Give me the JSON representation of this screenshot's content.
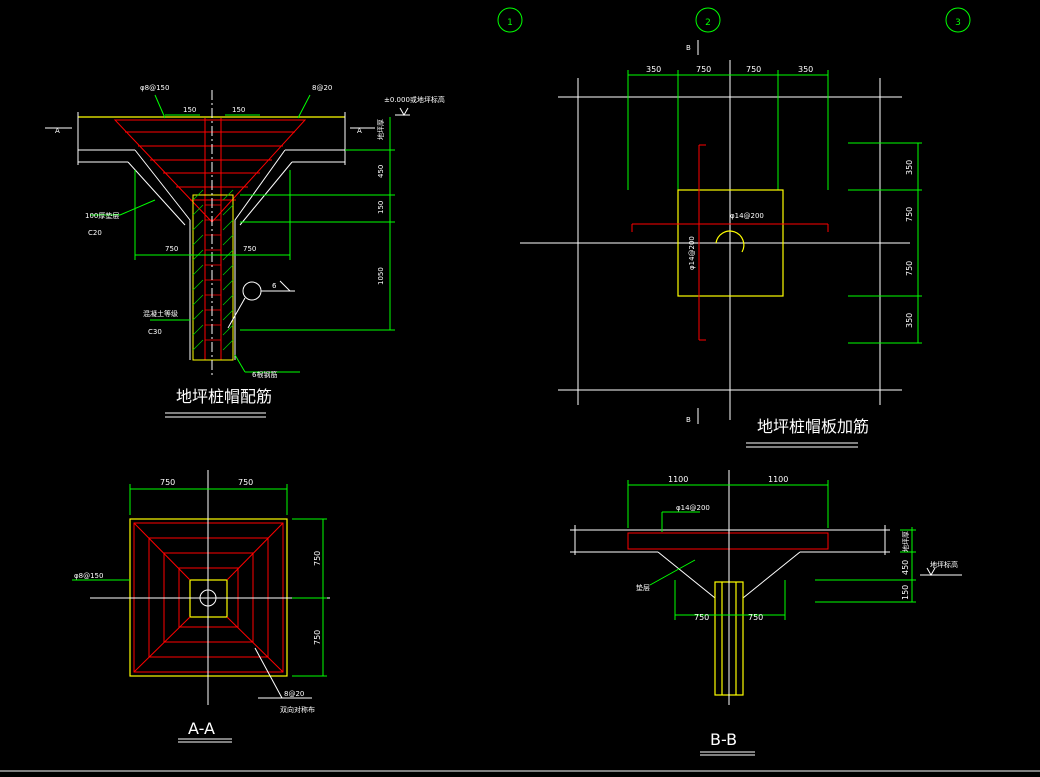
{
  "axes": [
    "1",
    "2",
    "3"
  ],
  "titles": {
    "cap_rebar": "地坪桩帽配筋",
    "slab_rebar": "地坪桩帽板加筋",
    "section_a": "A-A",
    "section_b": "B-B"
  },
  "section_marks": {
    "a": "A",
    "b": "B"
  },
  "cap_view": {
    "rebar_top_left": "φ8@150",
    "rebar_top_right": "8@20",
    "dim_150_left": "150",
    "dim_150_right": "150",
    "elevation": "±0.000或地坪标高",
    "layer": "地坪厚",
    "v_450": "450",
    "v_150": "150",
    "v_1050": "1050",
    "cushion": "100厚垫层",
    "cushion_grade": "C20",
    "dim_750_left": "750",
    "dim_750_right": "750",
    "concrete": "混凝土等级",
    "concrete_grade": "C30",
    "bubble": "6",
    "pile": "6根钢筋"
  },
  "slab_view": {
    "top_dims": [
      "350",
      "750",
      "750",
      "350"
    ],
    "right_dims": [
      "350",
      "750",
      "750",
      "350"
    ],
    "rebar_h": "φ14@200",
    "rebar_v": "φ14@200"
  },
  "aa_view": {
    "top_dims": [
      "750",
      "750"
    ],
    "right_dims": [
      "750",
      "750"
    ],
    "rebar": "φ8@150",
    "rebar_br": "8@20",
    "note": "双向对称布"
  },
  "bb_view": {
    "top_dims": [
      "1100",
      "1100"
    ],
    "rebar": "φ14@200",
    "layer": "地坪厚",
    "dim_450": "450",
    "dim_150": "150",
    "elevation": "地坪标高",
    "haunch": "垫层",
    "bottom_dims": [
      "750",
      "750"
    ]
  }
}
